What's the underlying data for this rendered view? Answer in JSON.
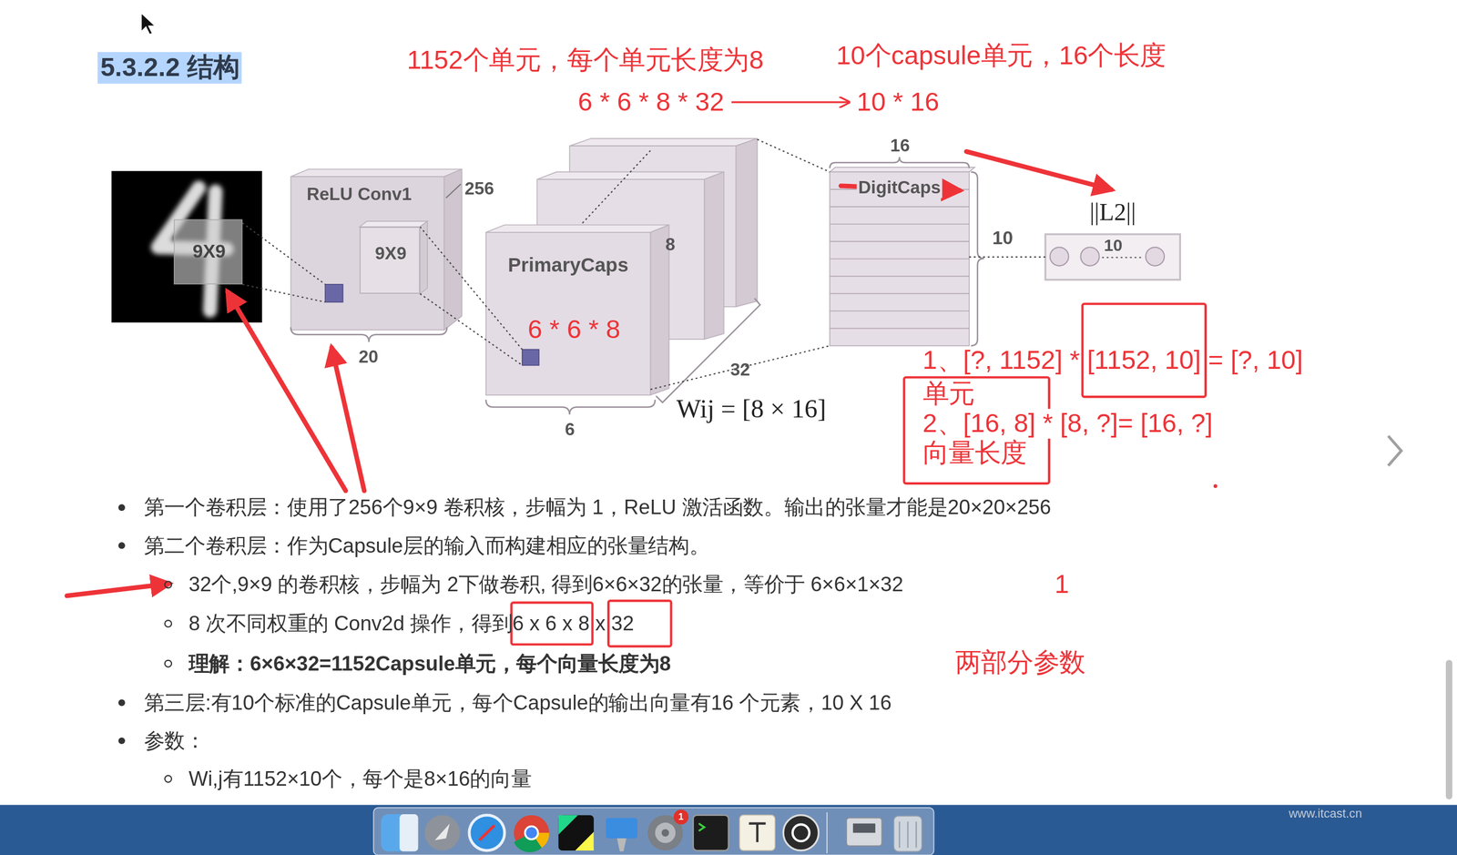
{
  "diagram": {
    "title": "5.3.2.2 结构",
    "nodes": [
      {
        "text": [
          "9X9"
        ]
      },
      {
        "text": [
          "ReLU Conv1"
        ]
      },
      {
        "text": [
          "9X9"
        ],
        "in": 1
      },
      {
        "text": [
          "PrimaryCaps",
          "6 * 6 * 8"
        ]
      },
      {
        "text": [
          "DigitCaps"
        ]
      },
      {
        "text": [
          "||L2||",
          "10"
        ]
      }
    ],
    "edges": [
      {
        "from": 3,
        "to": 4,
        "arrow": "none"
      },
      {
        "from": 4,
        "to": 5,
        "arrow": "none"
      }
    ],
    "labels": [
      "1152个单元，每个单元长度为8",
      "10个capsule单元，16个长度",
      "6 * 6 * 8 * 32",
      "10 * 16",
      "256",
      "20",
      "8",
      "32",
      "6",
      "Wij = [8 × 16]",
      "16",
      "10",
      "1、[?, 1152] * [1152, 10] = [?, 10]",
      "单元",
      "2、[16, 8] * [8, ?]= [16, ?]",
      "向量长度",
      "第一个卷积层：使用了256个9×9 卷积核，步幅为 1，ReLU 激活函数。输出的张量才能是20×20×256",
      "第二个卷积层：作为Capsule层的输入而构建相应的张量结构。",
      "32个,9×9 的卷积核，步幅为 2下做卷积, 得到6×6×32的张量，等价于 6×6×1×32",
      "1",
      "8 次不同权重的 Conv2d 操作，得到6 x 6 x 8 x 32",
      "理解：6×6×32=1152Capsule单元，每个向量长度为8",
      "两部分参数",
      "第三层:有10个标准的Capsule单元，每个Capsule的输出向量有16 个元素，10 X 16",
      "参数：",
      "Wi,j有1152×10个，每个是8×16的向量",
      "www.itcast.cn",
      "1"
    ]
  }
}
